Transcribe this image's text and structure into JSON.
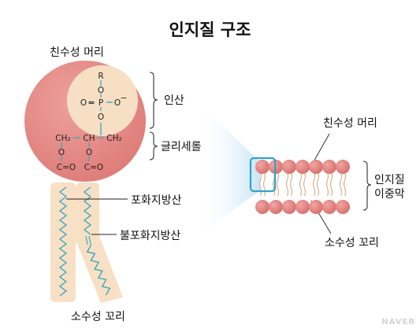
{
  "title": "인지질 구조",
  "labels": {
    "head_left": "친수성 머리",
    "phosphate": "인산",
    "glycerol": "글리세롤",
    "saturated": "포화지방산",
    "unsaturated": "불포화지방산",
    "tail_left": "소수성 꼬리",
    "head_right": "친수성 머리",
    "bilayer_line1": "인지질",
    "bilayer_line2": "이중막",
    "tail_right": "소수성 꼬리"
  },
  "molecule": {
    "r": "R",
    "o_top": "O",
    "o_left": "O",
    "equals": "=",
    "p": "P",
    "o_right": "O",
    "minus": "−",
    "o_bottom": "O",
    "ch2_left": "CH₂",
    "ch": "CH",
    "ch2_right": "CH₂",
    "o_ester_left": "O",
    "o_ester_right": "O",
    "ester_left": "C=O",
    "ester_right": "C=O"
  },
  "colors": {
    "head": "#e58a86",
    "phosphate_bg": "#f7dfc4",
    "tail": "#f8e0c4",
    "chain": "#3aa7c4",
    "highlight": "#2fa2c9"
  },
  "watermark": "NAVER"
}
